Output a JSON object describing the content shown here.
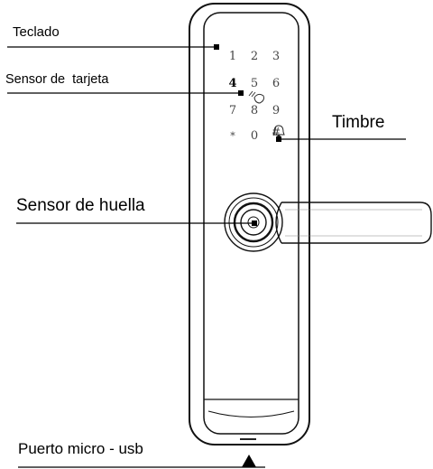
{
  "labels": {
    "keypad": "Teclado",
    "card_sensor": "Sensor de  tarjeta",
    "doorbell": "Timbre",
    "fingerprint": "Sensor de huella",
    "usb_port": "Puerto micro - usb"
  },
  "keypad": {
    "rows": [
      [
        "1",
        "2",
        "3"
      ],
      [
        "4",
        "5",
        "6"
      ],
      [
        "7",
        "8",
        "9"
      ],
      [
        "*",
        "0",
        "#"
      ]
    ]
  },
  "icons": {
    "card": "card-icon",
    "bell": "bell-icon",
    "fingerprint": "fingerprint-sensor-icon",
    "usb": "usb-arrow-icon"
  }
}
